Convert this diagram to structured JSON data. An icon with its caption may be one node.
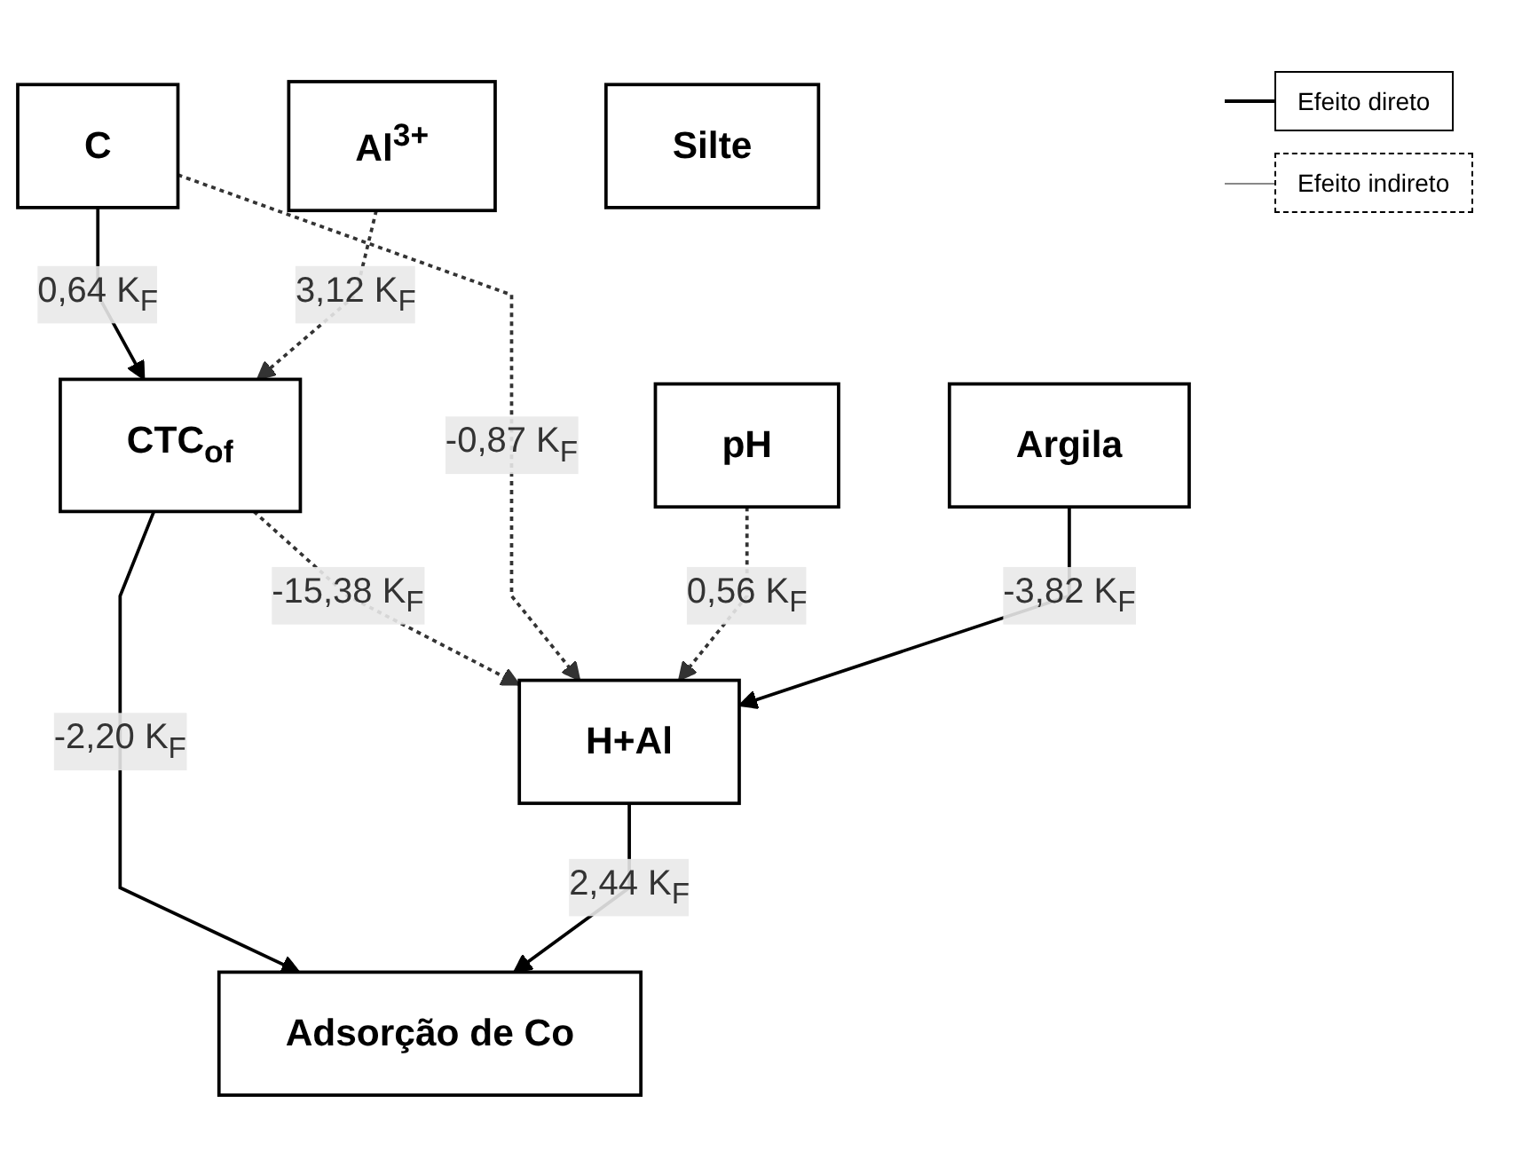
{
  "diagram": {
    "nodes": [
      {
        "text": [
          "CTC$_{of}$"
        ]
      },
      {
        "text": [
          "C"
        ]
      },
      {
        "text": [
          "Al$^{3+}$"
        ]
      },
      {
        "text": [
          "Silte"
        ]
      },
      {
        "text": [
          "pH"
        ]
      },
      {
        "text": [
          "Argila"
        ]
      },
      {
        "text": [
          "H+Al"
        ]
      },
      {
        "text": [
          "Adsorção de Co"
        ]
      }
    ],
    "edges": [
      {
        "from": 1,
        "to": 0,
        "arrow": "to",
        "label": "0,64 K$_{F}$"
      },
      {
        "from": 2,
        "to": 0,
        "arrow": "to",
        "style": "dashed",
        "label": "3,12 K$_{F}$"
      },
      {
        "from": 0,
        "to": 7,
        "arrow": "to",
        "label": "-2,20 K$_{F}$"
      },
      {
        "from": 0,
        "to": 6,
        "arrow": "to",
        "style": "dashed",
        "label": "-15,38 K$_{F}$"
      },
      {
        "from": 1,
        "to": 6,
        "arrow": "to",
        "style": "dashed",
        "label": "-0,87 K$_{F}$"
      },
      {
        "from": 4,
        "to": 6,
        "arrow": "to",
        "style": "dashed",
        "label": "0,56 K$_{F}$"
      },
      {
        "from": 5,
        "to": 6,
        "arrow": "to",
        "label": "-3,82 K$_{F}$"
      },
      {
        "from": 6,
        "to": 7,
        "arrow": "to",
        "label": "2,44 K$_{F}$"
      }
    ],
    "legend": [
      {
        "text": "Efeito direto"
      },
      {
        "text": "Efeito indireto"
      }
    ]
  }
}
